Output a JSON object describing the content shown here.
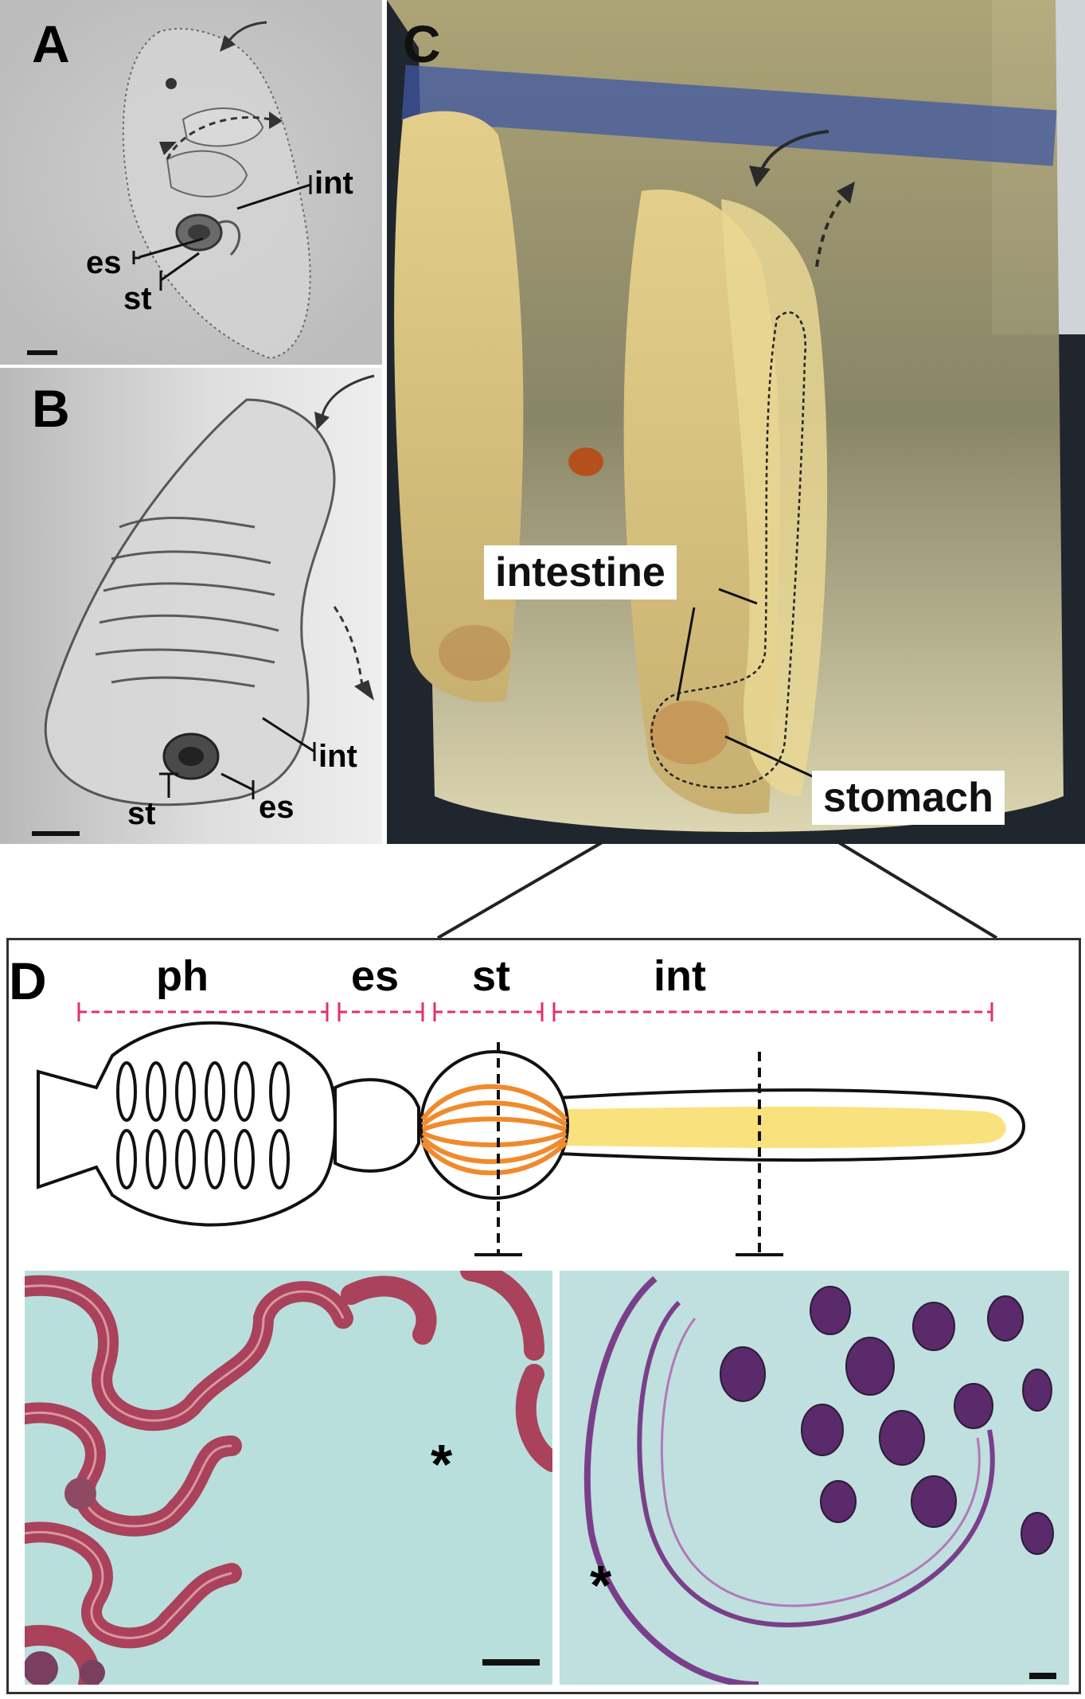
{
  "panels": {
    "a": {
      "label": "A",
      "annotations": {
        "int": "int",
        "es": "es",
        "st": "st"
      }
    },
    "b": {
      "label": "B",
      "annotations": {
        "int": "int",
        "st": "st",
        "es": "es"
      }
    },
    "c": {
      "label": "C",
      "annotations": {
        "intestine": "intestine",
        "stomach": "stomach"
      }
    },
    "d": {
      "label": "D",
      "segments": [
        {
          "key": "ph",
          "label": "ph"
        },
        {
          "key": "es",
          "label": "es"
        },
        {
          "key": "st",
          "label": "st"
        },
        {
          "key": "int",
          "label": "int"
        }
      ],
      "histology": {
        "left_asterisk": "*",
        "right_asterisk": "*"
      }
    }
  },
  "colors": {
    "dimension_line": "#e0316e",
    "stomach_muscle": "#f08a2c",
    "intestine_fill": "#f9e27d",
    "histo_background": "#b9dfdd",
    "left_tissue": "#b0485e",
    "right_tissue": "#7a3f8a"
  }
}
